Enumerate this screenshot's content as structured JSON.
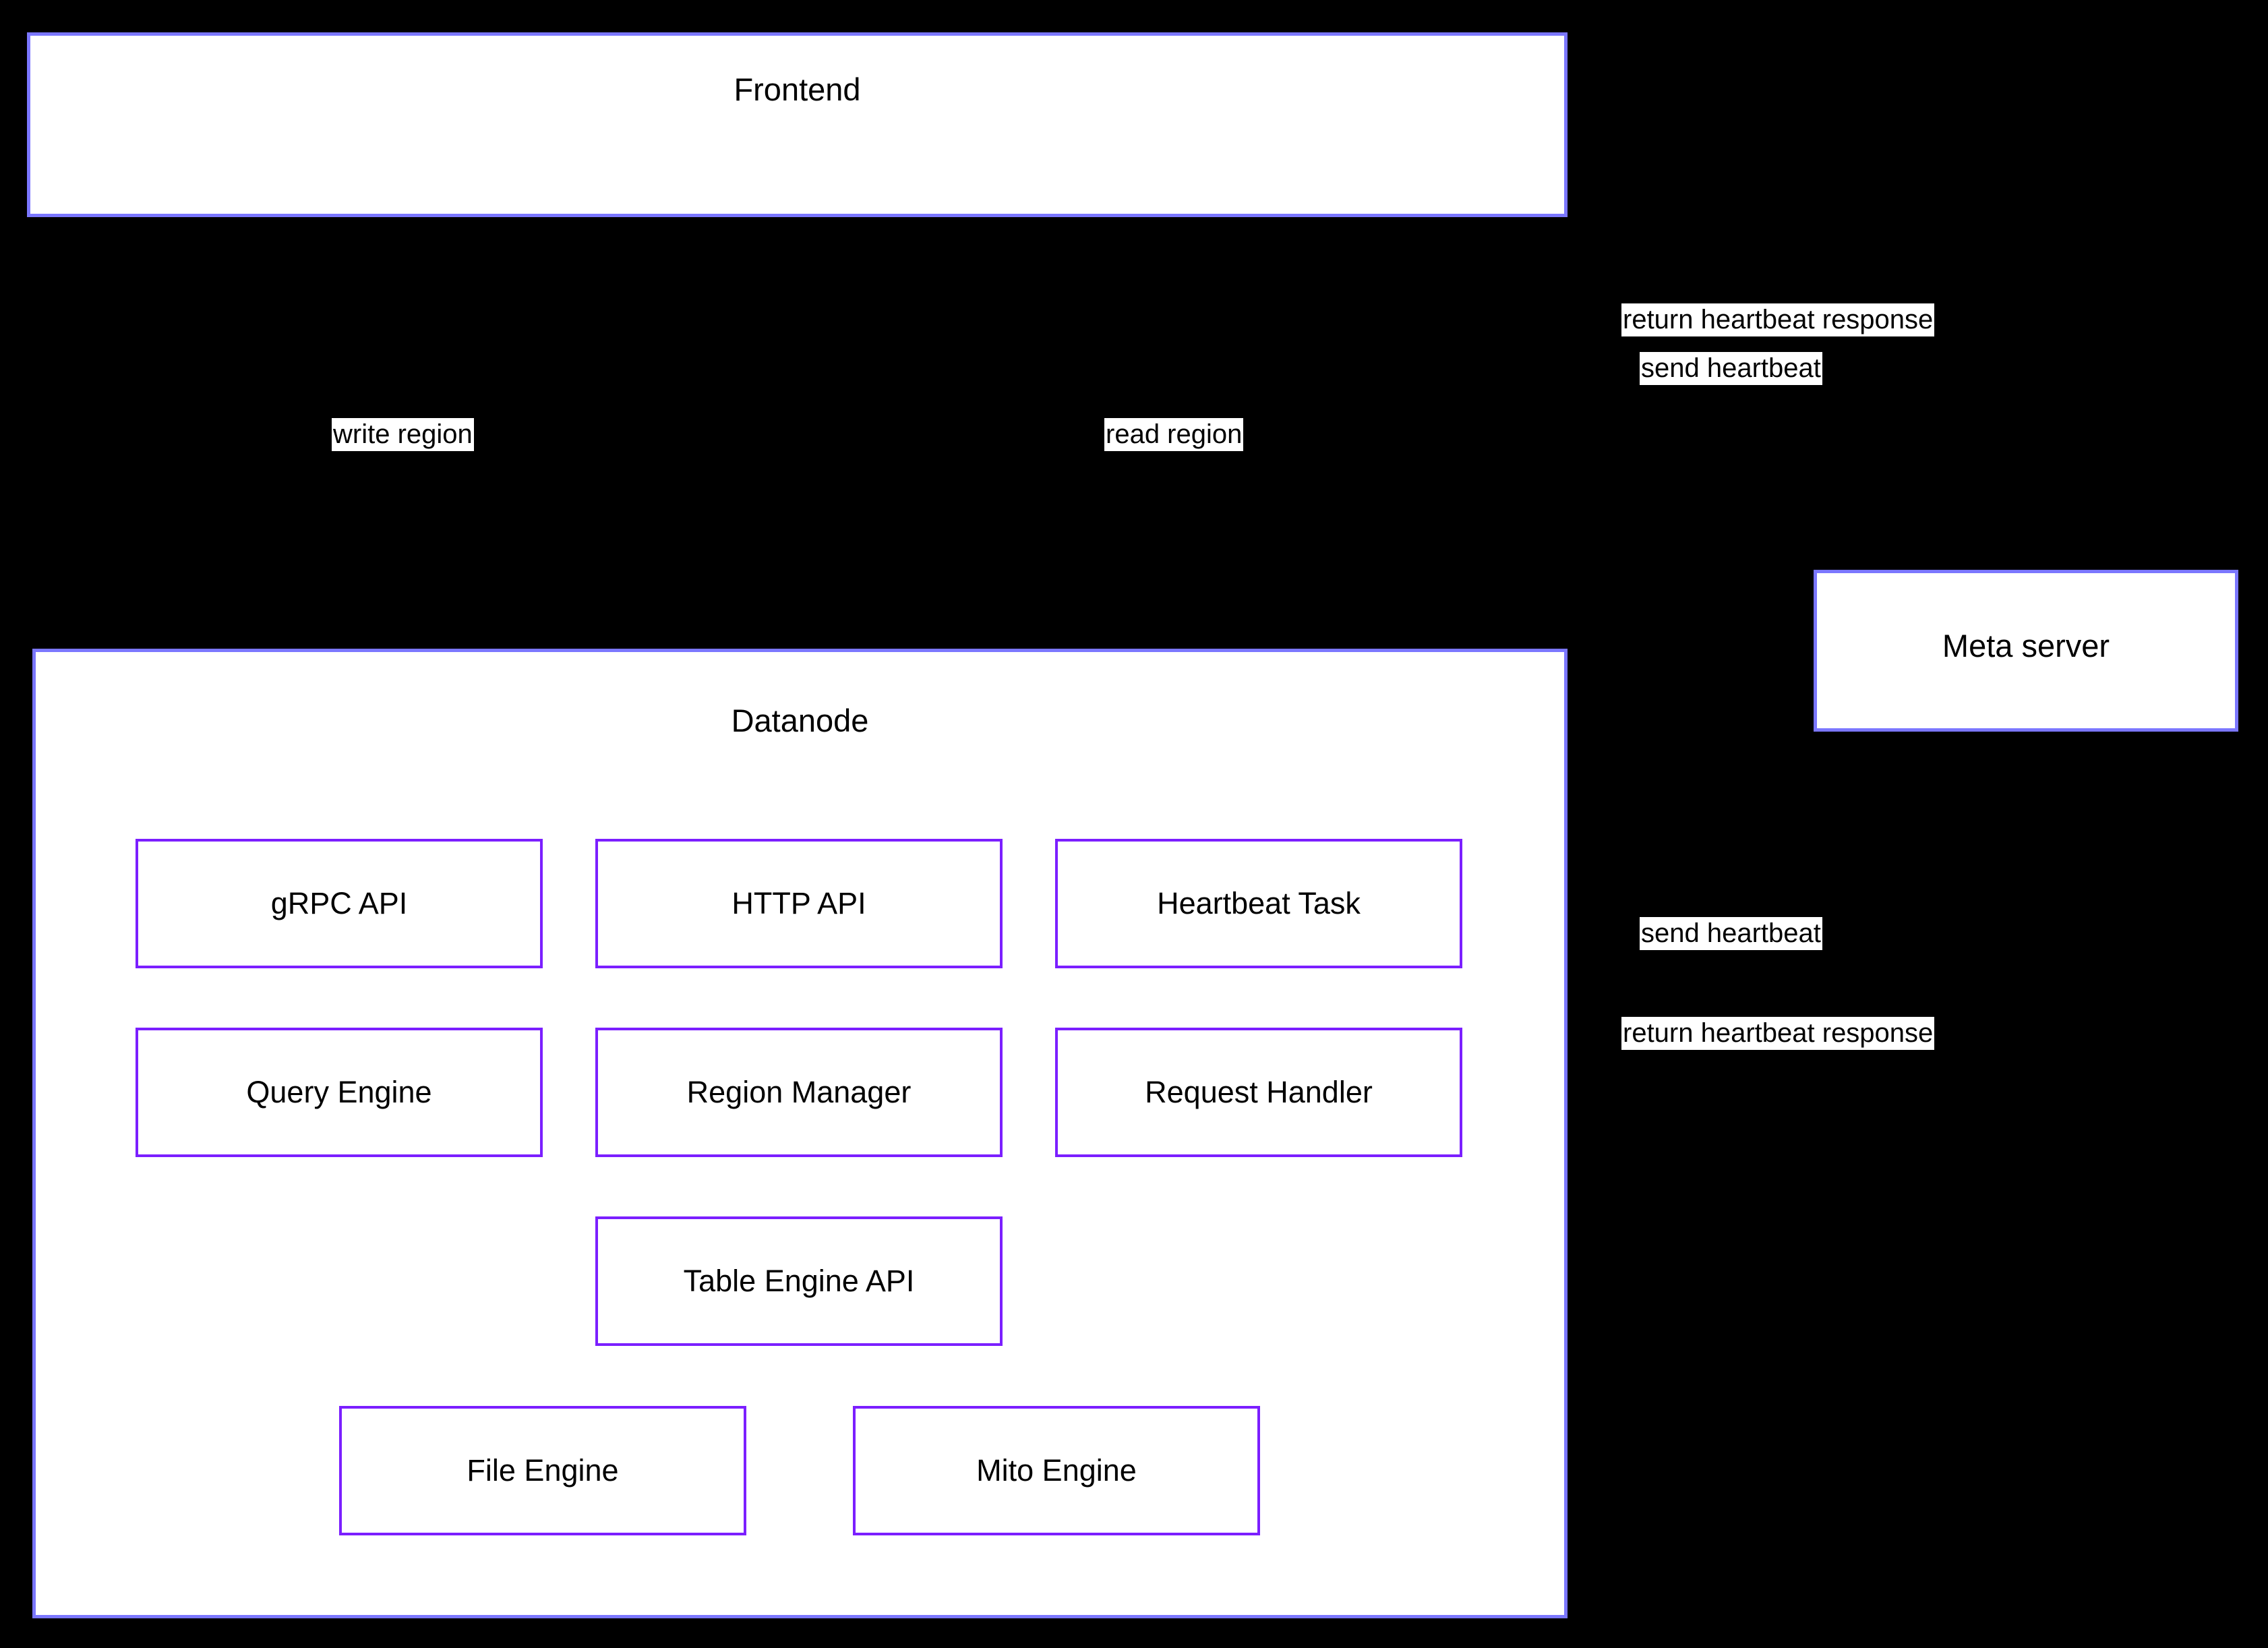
{
  "diagram": {
    "background_color": "#000000",
    "outer_border_color": "#7B77FF",
    "inner_border_color": "#7B1FFF",
    "box_fill_color": "#FFFFFF",
    "text_color": "#000000",
    "edge_color": "#000000"
  },
  "components": {
    "frontend": {
      "title": "Frontend"
    },
    "datanode": {
      "title": "Datanode",
      "modules": [
        {
          "label": "gRPC API"
        },
        {
          "label": "HTTP API"
        },
        {
          "label": "Heartbeat Task"
        },
        {
          "label": "Query Engine"
        },
        {
          "label": "Region Manager"
        },
        {
          "label": "Request Handler"
        },
        {
          "label": "Table Engine API"
        },
        {
          "label": "File Engine"
        },
        {
          "label": "Mito Engine"
        }
      ]
    },
    "meta_server": {
      "title": "Meta server"
    }
  },
  "edge_labels": {
    "write_region": "write region",
    "read_region": "read region",
    "frontend_return_heartbeat_response": "return heartbeat response",
    "frontend_send_heartbeat": "send heartbeat",
    "datanode_send_heartbeat": "send heartbeat",
    "datanode_return_heartbeat_response": "return heartbeat response"
  }
}
